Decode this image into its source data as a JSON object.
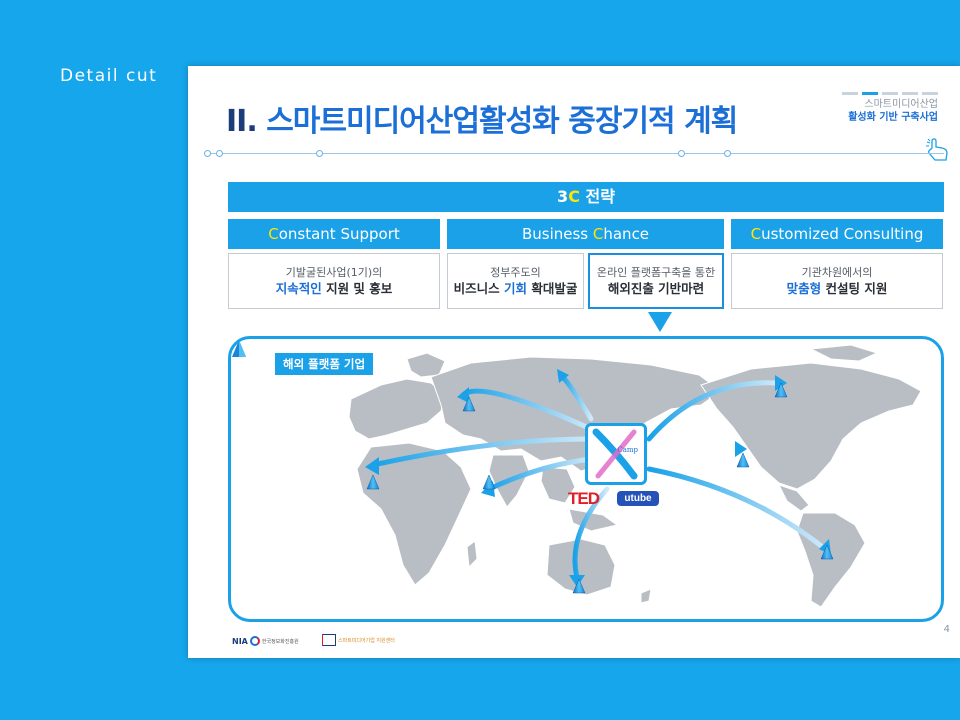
{
  "detail_label": "Detail cut",
  "header": {
    "title_prefix": "II.",
    "title_main": "스마트미디어산업활성화 중장기적 계획",
    "corner_line1": "스마트미디어산업",
    "corner_line2": "활성화 기반 구축사업"
  },
  "strategy": {
    "banner_num": "3",
    "banner_c": "C",
    "banner_rest": " 전략",
    "columns": [
      {
        "cap": "C",
        "rest": "onstant Support"
      },
      {
        "pre": "Business ",
        "cap": "C",
        "rest": "hance"
      },
      {
        "cap": "C",
        "rest": "ustomized Consulting"
      }
    ],
    "boxes": [
      {
        "line1": "기발굴된사업(1기)의",
        "line2_blue": "지속적인",
        "line2_rest": " 지원 및 홍보"
      },
      {
        "line1": "정부주도의",
        "line2_pre": "비즈니스 ",
        "line2_blue": "기회",
        "line2_rest": " 확대발굴"
      },
      {
        "line1": "온라인 플랫폼구축을 통한",
        "line2_rest": "해외진출 기반마련"
      },
      {
        "line1": "기관차원에서의",
        "line2_blue": "맞춤형",
        "line2_rest": " 컨설팅 지원"
      }
    ]
  },
  "map": {
    "tag": "해외 플랫폼 기업",
    "hub_logo_text": "Camp",
    "partners": [
      "TED",
      "utube"
    ]
  },
  "footer": {
    "nia": "NIA",
    "nia_sub": "한국정보화진흥원",
    "sm_text": "스마트미디어기업 지원센터"
  },
  "page_number": "4",
  "colors": {
    "background": "#16a6ec",
    "accent": "#1aa1e8",
    "title": "#1b6fd6",
    "highlight": "#ffe600"
  }
}
